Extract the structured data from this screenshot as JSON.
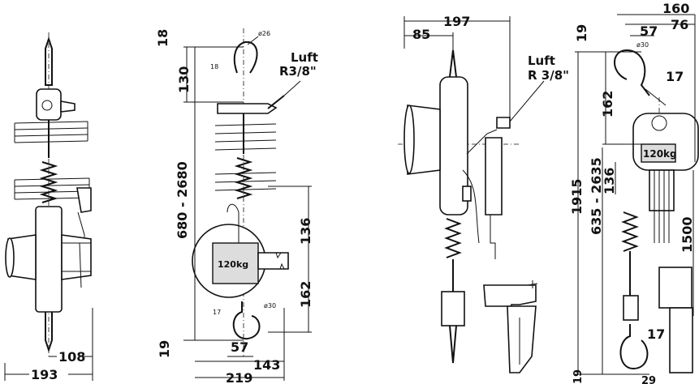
{
  "view1": {
    "dim_width_total": "193",
    "dim_width_half": "108"
  },
  "view2": {
    "dim_top": "18",
    "dim_hook_top": "130",
    "dim_range": "680 - 2680",
    "dim_lower_box": "136",
    "dim_hook_bottom": "162",
    "dim_bottom": "19",
    "dim_57": "57",
    "dim_143": "143",
    "dim_219": "219",
    "small_a": "18",
    "small_b": "ø26",
    "small_c": "17",
    "small_d": "ø30",
    "air_label_1": "Luft",
    "air_label_2": "R3/8\"",
    "capacity": "120kg"
  },
  "view3": {
    "dim_197": "197",
    "dim_85": "85",
    "air_label_1": "Luft",
    "air_label_2": "R 3/8\""
  },
  "view4": {
    "dim_160": "160",
    "dim_76": "76",
    "dim_57": "57",
    "dim_19": "19",
    "dim_162": "162",
    "dim_17a": "17",
    "dim_136": "136",
    "dim_1915": "1915",
    "dim_range": "635 - 2635",
    "dim_1500": "1500",
    "dim_17b": "17",
    "dim_bottom_19": "19",
    "dim_bottom_29": "29",
    "small_phi": "ø30",
    "capacity": "120kg"
  }
}
